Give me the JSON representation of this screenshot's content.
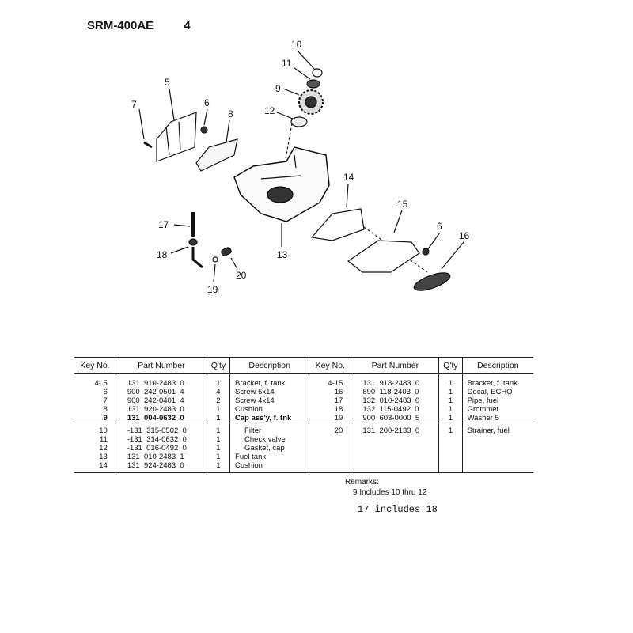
{
  "header": {
    "model": "SRM-400AE",
    "page": "4"
  },
  "callouts": [
    "10",
    "11",
    "9",
    "12",
    "5",
    "6",
    "7",
    "8",
    "14",
    "15",
    "6",
    "16",
    "17",
    "18",
    "13",
    "19",
    "20"
  ],
  "table": {
    "headers": [
      "Key No.",
      "Part Number",
      "Q'ty",
      "Description",
      "Key No.",
      "Part Number",
      "Q'ty",
      "Description"
    ],
    "rows": [
      {
        "lkey": "4- 5",
        "lpn": "131  910-2483  0",
        "lqty": "1",
        "ldesc": "Bracket, f. tank",
        "rkey": "4-15",
        "rpn": "131  918-2483  0",
        "rqty": "1",
        "rdesc": "Bracket, f. tank"
      },
      {
        "lkey": "6",
        "lpn": "900  242-0501  4",
        "lqty": "4",
        "ldesc": "Screw 5x14",
        "rkey": "16",
        "rpn": "890  118-2403  0",
        "rqty": "1",
        "rdesc": "Decal, ECHO"
      },
      {
        "lkey": "7",
        "lpn": "900  242-0401  4",
        "lqty": "2",
        "ldesc": "Screw 4x14",
        "rkey": "17",
        "rpn": "132  010-2483  0",
        "rqty": "1",
        "rdesc": "Pipe, fuel"
      },
      {
        "lkey": "8",
        "lpn": "131  920-2483  0",
        "lqty": "1",
        "ldesc": "Cushion",
        "rkey": "18",
        "rpn": "132  115-0492  0",
        "rqty": "1",
        "rdesc": "Grommet"
      },
      {
        "lkey": "9",
        "lpn": "131  004-0632  0",
        "lqty": "1",
        "ldesc": "Cap ass'y, f. tnk",
        "rkey": "19",
        "rpn": "900  603-0000  5",
        "rqty": "1",
        "rdesc": "Washer 5"
      },
      {
        "lkey": "10",
        "lpn": "-131  315-0502  0",
        "lqty": "1",
        "ldesc": "Filter",
        "rkey": "20",
        "rpn": "131  200-2133  0",
        "rqty": "1",
        "rdesc": "Strainer, fuel"
      },
      {
        "lkey": "11",
        "lpn": "-131  314-0632  0",
        "lqty": "1",
        "ldesc": "Check valve",
        "rkey": "",
        "rpn": "",
        "rqty": "",
        "rdesc": ""
      },
      {
        "lkey": "12",
        "lpn": "-131  016-0492  0",
        "lqty": "1",
        "ldesc": "Gasket, cap",
        "rkey": "",
        "rpn": "",
        "rqty": "",
        "rdesc": ""
      },
      {
        "lkey": "13",
        "lpn": "131  010-2483  1",
        "lqty": "1",
        "ldesc": "Fuel tank",
        "rkey": "",
        "rpn": "",
        "rqty": "",
        "rdesc": ""
      },
      {
        "lkey": "14",
        "lpn": "131  924-2483  0",
        "lqty": "1",
        "ldesc": "Cushion",
        "rkey": "",
        "rpn": "",
        "rqty": "",
        "rdesc": ""
      }
    ]
  },
  "remarks": {
    "title": "Remarks:",
    "line1": "9 Includes 10 thru 12"
  },
  "handnote": "17 includes 18"
}
